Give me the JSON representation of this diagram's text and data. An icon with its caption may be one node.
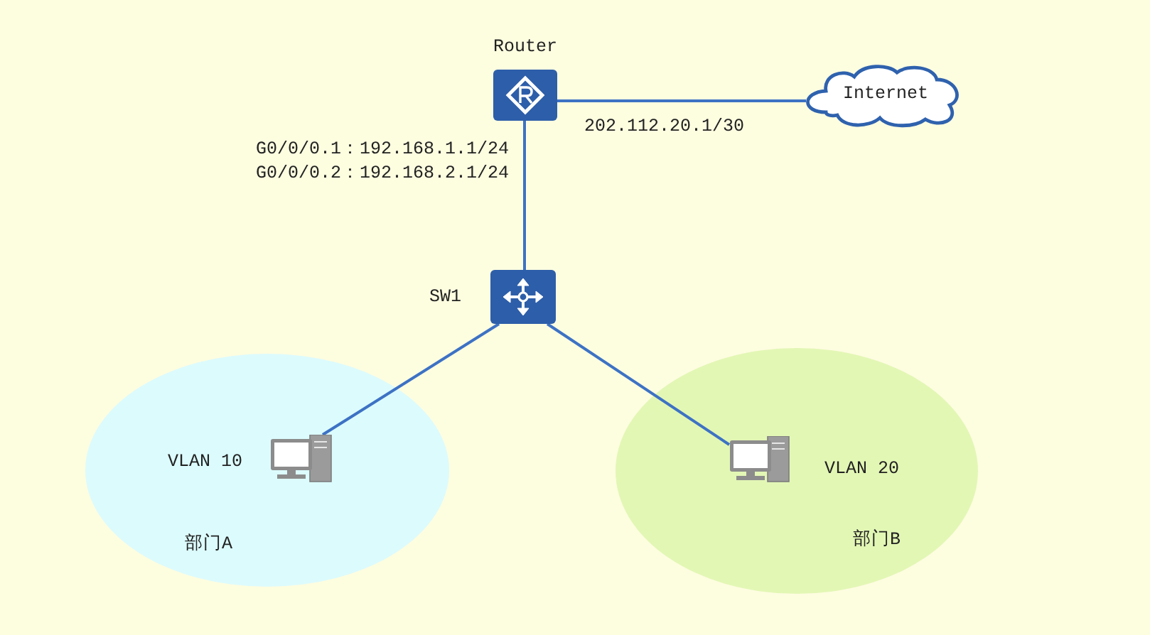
{
  "diagram": {
    "nodes": [
      {
        "text": [
          "Router"
        ]
      },
      {
        "text": [
          "Internet"
        ]
      },
      {
        "text": [
          "SW1"
        ]
      },
      {
        "text": [
          "VLAN 10",
          "部门A"
        ]
      },
      {
        "text": [],
        "shape": "picture",
        "in": 3
      },
      {
        "text": [
          "VLAN 20",
          "部门B"
        ]
      },
      {
        "text": [],
        "shape": "picture",
        "in": 5
      }
    ],
    "edges": [
      {
        "from": 0,
        "to": 1,
        "arrow": "none"
      },
      {
        "from": 0,
        "to": 2,
        "arrow": "none"
      },
      {
        "from": 2,
        "to": 4,
        "arrow": "none"
      },
      {
        "from": 2,
        "to": 6,
        "arrow": "none"
      }
    ],
    "labels": [
      "202.112.20.1/30",
      "G0/0/0.1：192.168.1.1/24",
      "G0/0/0.2：192.168.2.1/24"
    ]
  }
}
